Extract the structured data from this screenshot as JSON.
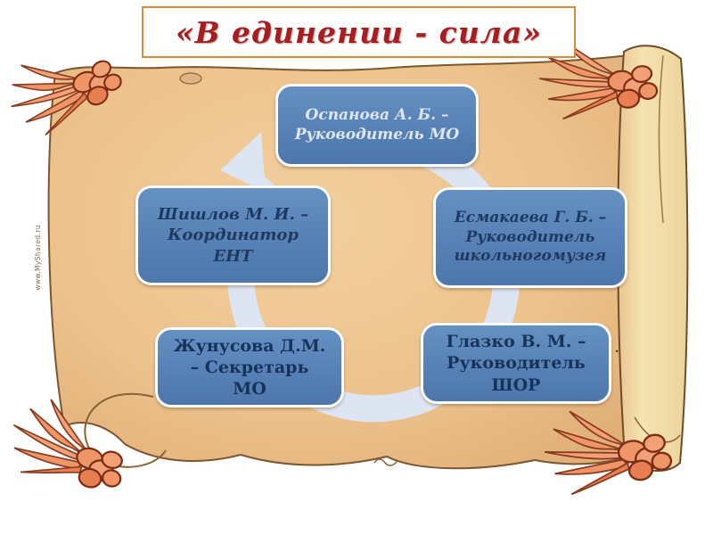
{
  "slide": {
    "title": "«В единении - сила»",
    "watermark": "www.MyShared.ru",
    "stray_mark": "."
  },
  "diagram": {
    "type": "cycle",
    "direction": "clockwise",
    "nodes": [
      {
        "position": "top",
        "label": "Оспанова А. Б. –\nРуководитель МО"
      },
      {
        "position": "right",
        "label": "Есмакаева Г. Б. –\nРуководитель\nшкольногомузея"
      },
      {
        "position": "bottom-right",
        "label": "Глазко В. М. –\nРуководитель\nШОР"
      },
      {
        "position": "bottom-left",
        "label": "Жунусова Д.М.\n– Секретарь\nМО"
      },
      {
        "position": "left",
        "label": "Шишлов М. И. –\nКоординатор\nЕНТ"
      }
    ]
  },
  "colors": {
    "title_red": "#a61e22",
    "title_border_orange": "#d8893c",
    "node_blue": "#567db1",
    "node_border": "#fbfcfe",
    "navy_text": "#1d3a63",
    "light_text": "#dde6f2",
    "parchment_tan": "#ecc28d",
    "parchment_roll": "#f4e0b0",
    "outline_brown": "#7a572f",
    "rope_orange": "#ef9668",
    "ring_lavender": "#dde5f2"
  }
}
